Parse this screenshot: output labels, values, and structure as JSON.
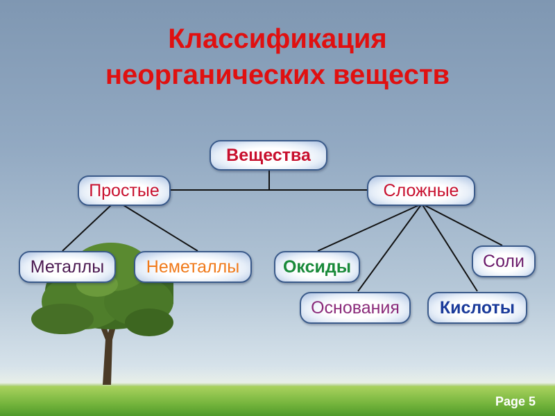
{
  "title": {
    "line1": "Классификация",
    "line2": "неорганических веществ"
  },
  "nodes": {
    "root": "Вещества",
    "simple": "Простые",
    "complex": "Сложные",
    "metals": "Металлы",
    "nonmetals": "Неметаллы",
    "oxides": "Оксиды",
    "salts": "Соли",
    "bases": "Основания",
    "acids": "Кислоты"
  },
  "colors": {
    "title": "#e01010",
    "root": "#c8102e",
    "simple": "#c8102e",
    "complex": "#c8102e",
    "metals": "#4a1850",
    "nonmetals": "#f07a1a",
    "oxides": "#1a8a3a",
    "salts": "#6a1a6a",
    "bases": "#8a2a7a",
    "acids": "#1a3a9a"
  },
  "footer": {
    "page": "Page 5"
  }
}
